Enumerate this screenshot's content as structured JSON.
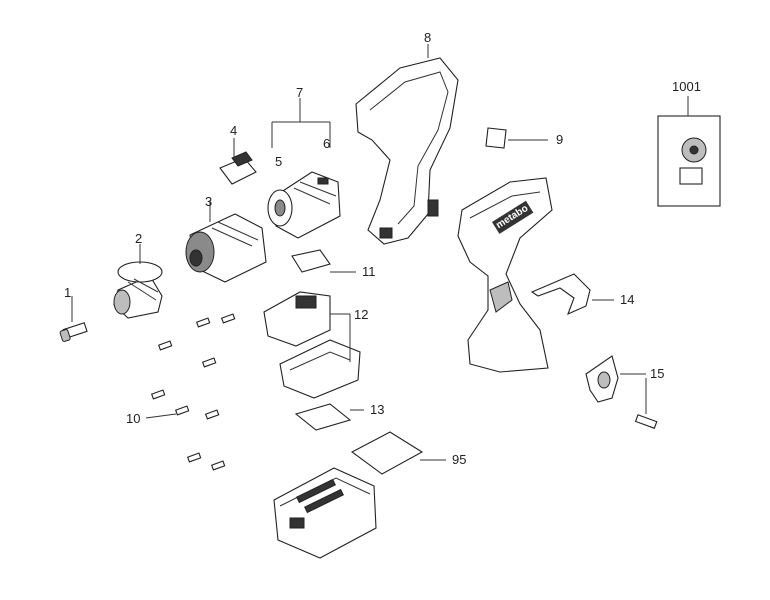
{
  "diagram": {
    "callouts": [
      {
        "id": "1",
        "label": "1"
      },
      {
        "id": "2",
        "label": "2"
      },
      {
        "id": "3",
        "label": "3"
      },
      {
        "id": "4",
        "label": "4"
      },
      {
        "id": "5",
        "label": "5"
      },
      {
        "id": "6",
        "label": "6"
      },
      {
        "id": "7",
        "label": "7"
      },
      {
        "id": "8",
        "label": "8"
      },
      {
        "id": "9",
        "label": "9"
      },
      {
        "id": "10",
        "label": "10"
      },
      {
        "id": "11",
        "label": "11"
      },
      {
        "id": "12",
        "label": "12"
      },
      {
        "id": "13",
        "label": "13"
      },
      {
        "id": "14",
        "label": "14"
      },
      {
        "id": "15",
        "label": "15"
      },
      {
        "id": "95",
        "label": "95"
      },
      {
        "id": "1001",
        "label": "1001"
      }
    ],
    "brand_text": "metabo"
  }
}
